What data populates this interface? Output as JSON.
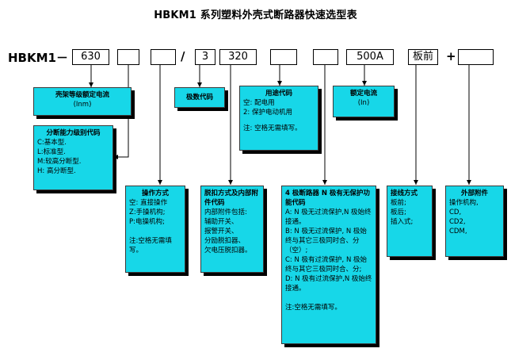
{
  "title": "HBKM1 系列塑料外壳式断路器快速选型表",
  "model": {
    "prefix": "HBKM1－",
    "slots": [
      "630",
      "",
      "",
      "3",
      "320",
      "",
      "",
      "500A",
      "板前",
      ""
    ],
    "slash": "/",
    "plus": "+"
  },
  "boxes": {
    "frame_current": {
      "title": "壳架等级额定电流",
      "sub": "(Inm)"
    },
    "pole_code": {
      "title": "极数代码"
    },
    "usage_code": {
      "title": "用途代码",
      "lines": [
        "空: 配电用",
        "2: 保护电动机用",
        "",
        "注: 空格无需填写。"
      ]
    },
    "rated_current": {
      "title": "额定电流",
      "sub": "(In)"
    },
    "breaking_level": {
      "title": "分断能力级别代码",
      "lines": [
        "C:基本型.",
        "L:标准型.",
        "M:较高分断型.",
        "H: 高分断型."
      ]
    },
    "operation": {
      "title": "操作方式",
      "lines": [
        "空: 直接操作",
        "Z:手操机构;",
        "P:电操机构;",
        "",
        "注:空格无需填写。"
      ]
    },
    "release": {
      "title": "脱扣方式及内部附件代码",
      "lines": [
        "内部附件包括:",
        "辅助开关、",
        "报警开关、",
        "分励脱扣器、",
        "欠电压脱扣器。"
      ]
    },
    "n_pole": {
      "title": "4 极断路器 N 极有无保护功能代码",
      "lines": [
        "A: N 极无过流保护,N 极始终接通。",
        "B: N 极无过流保护, N 极始终与其它三极同时合、分（空）;",
        "C: N 极有过流保护, N 极始终与其它三极同时合、分;",
        "D: N 极有过流保护,N 极始终接通。",
        "",
        "注:空格无需填写。"
      ]
    },
    "wiring": {
      "title": "接线方式",
      "lines": [
        "板前;",
        "板后;",
        "插入式;"
      ]
    },
    "accessories": {
      "title": "外部附件",
      "lines": [
        "操作机构,",
        "CD,",
        "CD2,",
        "CDM,"
      ]
    }
  }
}
